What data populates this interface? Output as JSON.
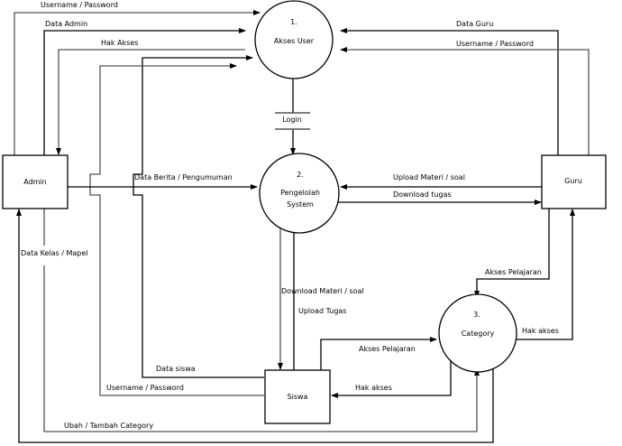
{
  "diagram": {
    "type": "Data Flow Diagram",
    "processes": [
      {
        "id": "p1",
        "number": "1.",
        "name": "Akses User"
      },
      {
        "id": "p2",
        "number": "2.",
        "name_line1": "Pengelolah",
        "name_line2": "System"
      },
      {
        "id": "p3",
        "number": "3.",
        "name": "Category"
      }
    ],
    "entities": [
      {
        "id": "admin",
        "name": "Admin"
      },
      {
        "id": "guru",
        "name": "Guru"
      },
      {
        "id": "siswa",
        "name": "Siswa"
      }
    ],
    "datastore": {
      "name": "Login"
    },
    "flows": {
      "admin_username": "Username / Password",
      "admin_data_admin": "Data Admin",
      "admin_hak_akses": "Hak Akses",
      "guru_data_guru": "Data Guru",
      "guru_username": "Username / Password",
      "admin_berita": "Data Berita / Pengumuman",
      "guru_upload_materi": "Upload Materi / soal",
      "guru_download_tugas": "Download tugas",
      "admin_data_kelas": "Data Kelas / Mapel",
      "guru_akses_pelajaran": "Akses Pelajaran",
      "guru_hak_akses": "Hak akses",
      "siswa_download_materi": "Download Materi / soal",
      "siswa_upload_tugas": "Upload Tugas",
      "siswa_akses_pelajaran": "Akses Pelajaran",
      "siswa_hak_akses": "Hak akses",
      "siswa_data_siswa": "Data siswa",
      "siswa_username": "Username / Password",
      "admin_ubah_category": "Ubah / Tambah Category"
    }
  }
}
